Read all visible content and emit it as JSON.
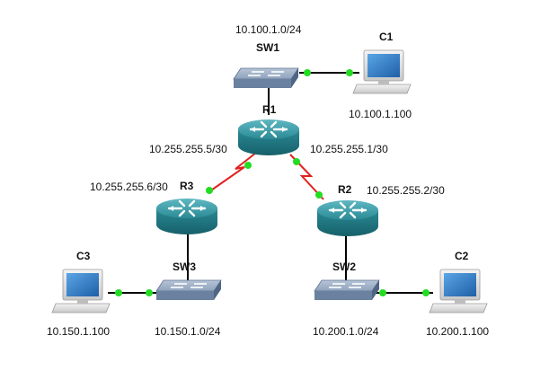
{
  "colors": {
    "ethernet_link": "#000000",
    "serial_link": "#e02020",
    "port_up": "#22dd22",
    "router_body": "#2a8a95",
    "switch_body": "#7d93b0",
    "pc_screen": "#2f7fc8"
  },
  "devices": {
    "r1": {
      "name": "R1",
      "icon": "router-icon"
    },
    "r2": {
      "name": "R2",
      "icon": "router-icon"
    },
    "r3": {
      "name": "R3",
      "icon": "router-icon"
    },
    "sw1": {
      "name": "SW1",
      "icon": "switch-icon"
    },
    "sw2": {
      "name": "SW2",
      "icon": "switch-icon"
    },
    "sw3": {
      "name": "SW3",
      "icon": "switch-icon"
    },
    "c1": {
      "name": "C1",
      "icon": "pc-icon"
    },
    "c2": {
      "name": "C2",
      "icon": "pc-icon"
    },
    "c3": {
      "name": "C3",
      "icon": "pc-icon"
    }
  },
  "labels": {
    "net_sw1": "10.100.1.0/24",
    "ip_c1": "10.100.1.100",
    "ip_r1_left": "10.255.255.5/30",
    "ip_r1_right": "10.255.255.1/30",
    "ip_r3": "10.255.255.6/30",
    "ip_r2": "10.255.255.2/30",
    "ip_c3": "10.150.1.100",
    "net_sw3": "10.150.1.0/24",
    "net_sw2": "10.200.1.0/24",
    "ip_c2": "10.200.1.100"
  }
}
